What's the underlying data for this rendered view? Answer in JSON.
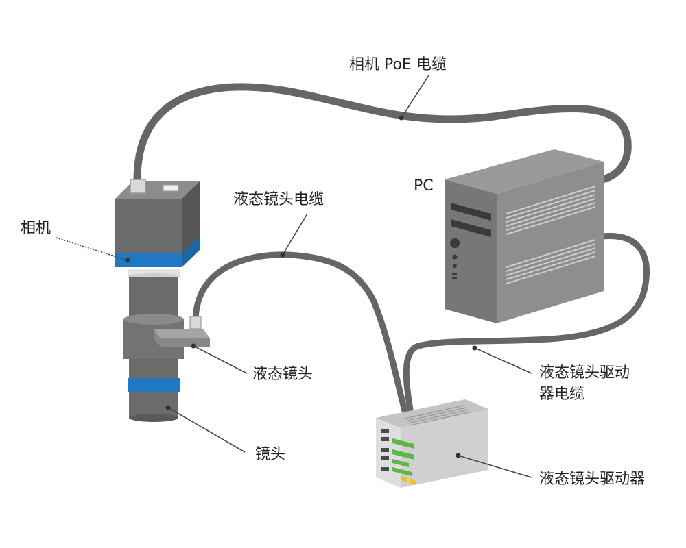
{
  "labels": {
    "poe_cable": "相机 PoE 电缆",
    "pc": "PC",
    "camera": "相机",
    "liquid_lens_cable": "液态镜头电缆",
    "liquid_lens": "液态镜头",
    "lens": "镜头",
    "driver_cable_line1": "液态镜头驱动",
    "driver_cable_line2": "器电缆",
    "driver": "液态镜头驱动器"
  },
  "colors": {
    "cable": "#666666",
    "accent_blue": "#1f78c1",
    "device_dark": "#6b6b6b",
    "device_light": "#d4d4d4",
    "led_green": "#5fb548",
    "led_yellow": "#f2c21a"
  }
}
